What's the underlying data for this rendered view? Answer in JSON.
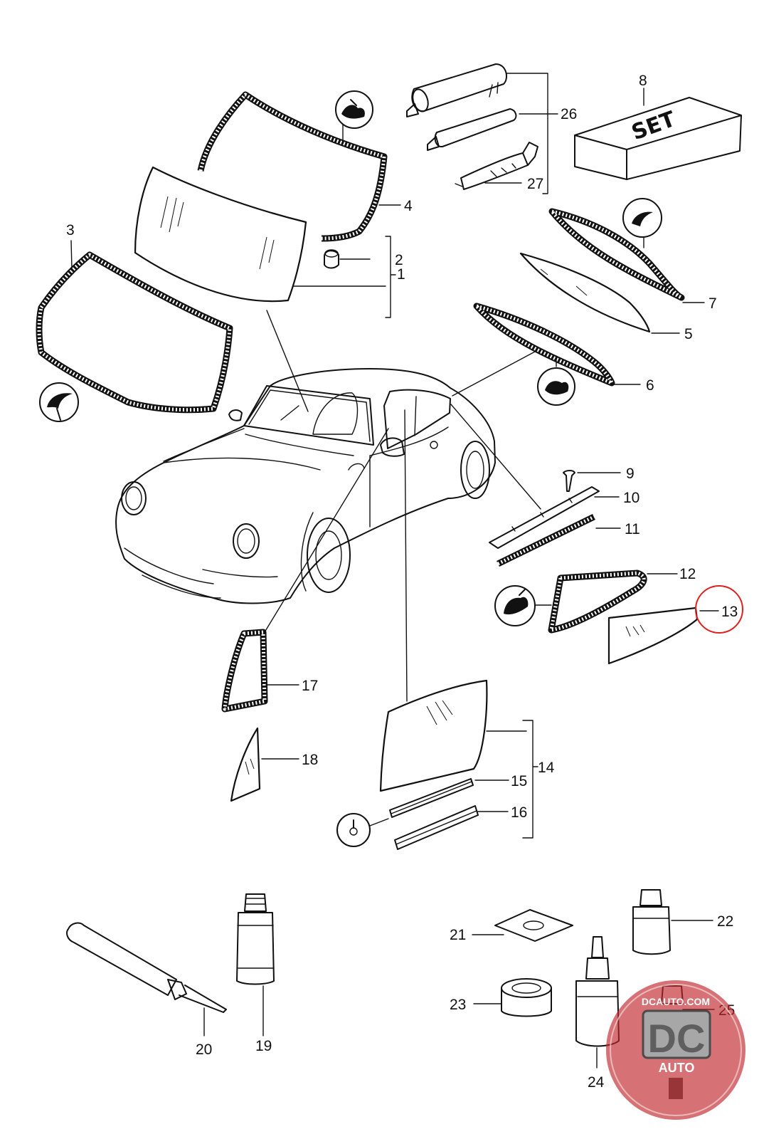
{
  "diagram": {
    "part_labels": {
      "p1": "1",
      "p2": "2",
      "p3": "3",
      "p4": "4",
      "p5": "5",
      "p6": "6",
      "p7": "7",
      "p8": "8",
      "p9": "9",
      "p10": "10",
      "p11": "11",
      "p12": "12",
      "p13": "13",
      "p14": "14",
      "p15": "15",
      "p16": "16",
      "p17": "17",
      "p18": "18",
      "p19": "19",
      "p20": "20",
      "p21": "21",
      "p22": "22",
      "p23": "23",
      "p24": "24",
      "p25": "25",
      "p26": "26",
      "p27": "27"
    },
    "set_box_text": "SET",
    "highlighted_part": "13",
    "highlight_color": "#e02020"
  },
  "watermark": {
    "site": "DCAUTO.COM",
    "logo_main": "DC",
    "logo_sub": "AUTO",
    "color": "#c0282d"
  }
}
